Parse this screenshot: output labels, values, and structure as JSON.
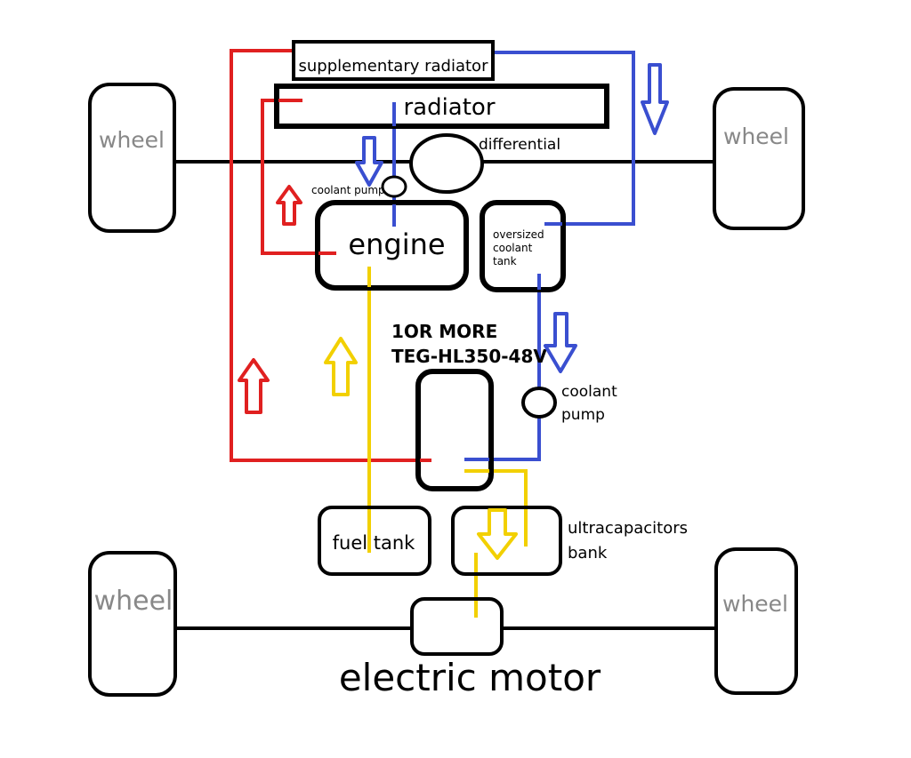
{
  "labels": {
    "wheel_front_left": "wheel",
    "wheel_front_right": "wheel",
    "wheel_rear_left": "wheel",
    "wheel_rear_right": "wheel",
    "supplementary_radiator": "supplementary radiator",
    "radiator": "radiator",
    "differential": "differential",
    "coolant_pump_top": "coolant pump",
    "engine": "engine",
    "oversized_tank_line1": "oversized",
    "oversized_tank_line2": "coolant",
    "oversized_tank_line3": "tank",
    "teg_line1": "1OR MORE",
    "teg_line2": "TEG-HL350-48V",
    "coolant_pump_right_line1": "coolant",
    "coolant_pump_right_line2": "pump",
    "fuel_tank": "fuel tank",
    "ultracap_line1": "ultracapacitors",
    "ultracap_line2": "bank",
    "electric_motor": "electric motor"
  },
  "colors": {
    "hot_line": "#e02020",
    "cold_line": "#3a4fd0",
    "fuel_line": "#f2d000",
    "frame": "#000000",
    "wheel_text": "#888888"
  }
}
